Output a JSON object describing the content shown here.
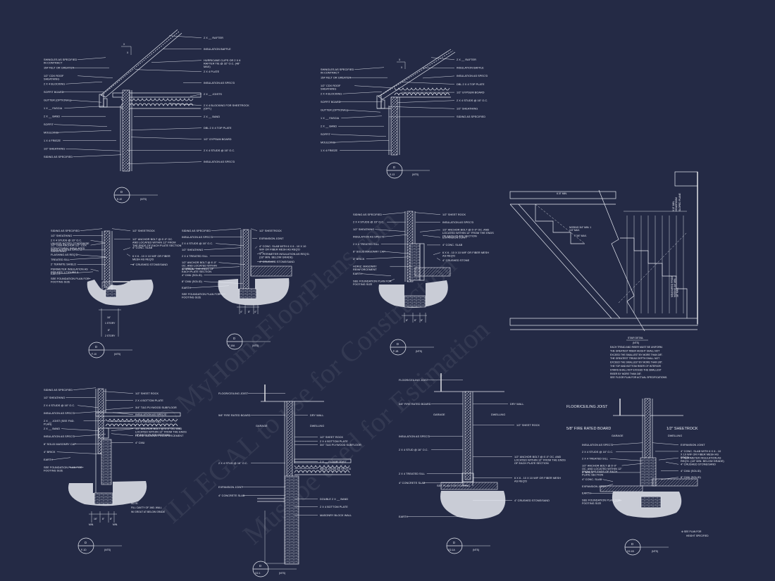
{
  "sheet": {
    "watermark_lines": [
      "© MyHomeFloorPlans.com",
      "ILLEGAL to use for Construction",
      "Must be used for Estimation"
    ]
  },
  "details": [
    {
      "id": "roof-eave-1",
      "tag": {
        "top": "D",
        "bottom": "E-10"
      },
      "scale": "(NTS)",
      "left_labels": [
        "SHINGLES AS SPECIFIED IN CONTRACT",
        "15# FELT OR GREATER",
        "1/2\" CDX ROOF SHEATHING",
        "2 X 4 BLOCKING",
        "SOFFIT BOARD",
        "GUTTER (OPTIONAL)",
        "1 X __ FASCIA",
        "2 X __ BAND",
        "SOFFIT",
        "MOULDING",
        "1 X 4 FRIEZE",
        "1/2\" SHEATHING",
        "SIDING AS SPECIFIED"
      ],
      "right_labels": [
        "2 X __ RAFTER",
        "INSULATION BAFFLE",
        "HURRICANE CLIPS OR 2 X 6 RAFTER TIE @ 32\" O.C. (48\" MAX)",
        "2 X 4 PLATE",
        "INSULATION AS SPEC'D",
        "2 X __ JOISTS",
        "2 X 4 BLOCKING FOR SHEETROCK (OPT.)",
        "2 X __ BAND",
        "DBL 2 X 4 TOP PLATE",
        "1/2\" GYPSUM BOARD",
        "2 X 4 STUDS @ 16\" O.C.",
        "INSULATION AS SPEC'D"
      ]
    },
    {
      "id": "roof-eave-2",
      "tag": {
        "top": "D",
        "bottom": "E-13"
      },
      "scale": "(NTS)",
      "left_labels": [
        "SHINGLES AS SPECIFIED IN CONTRACT",
        "15# FELT OR GREATER",
        "1/2\" CDX ROOF SHEATHING",
        "2 X 4 BLOCKING",
        "SOFFIT BOARD",
        "GUTTER (OPTIONAL)",
        "1 X __ FASCIA",
        "2 X __ BAND",
        "SOFFIT",
        "MOULDING",
        "1 X 4 FRIEZE"
      ],
      "right_labels": [
        "2 X __ RAFTER",
        "INSULATION BAFFLE",
        "INSULATION AS SPEC'D",
        "DBL 2 X 4 TOP PLATE",
        "1/2\" GYPSUM BOARD",
        "2 X 4 STUDS @ 16\" O.C.",
        "1/2\" SHEATHING",
        "SIDING AS SPECIFIED"
      ]
    },
    {
      "id": "foundation-f1",
      "tag": {
        "top": "D",
        "bottom": "F-10"
      },
      "scale": "(NTS)",
      "left_labels": [
        "SIDING AS SPECIFIED",
        "1/2\" SHEATHING",
        "2 X 4 STUDS @ 16\" O.C. UNLESS NOTED OTHERWISE",
        "1/2\" OSB ANCHOR 1/2\" CDX STRUCTURAL INSULATED SHEATHING",
        "INSULATION AS SPEC'D",
        "FLASHING AS REQ'D",
        "TREATED SILL",
        "2' TERMITE SHIELD",
        "PERIMETER INSULATION AS PER RES 1 FIGURE 3",
        "EARTH",
        "SEE FOUNDATION PLAN FOR FOOTING SIZE"
      ],
      "right_labels": [
        "1/2\" SHEETROCK",
        "1/2\" ANCHOR BOLT @ 6'-0\" OC. AND LOCATED WITHIN 12\" FROM THE ENDS OF EACH PLATE SECTION",
        "4\" CONC. SLAB",
        "6 X 6 - 10 X 10 WIF OR FIBER MESH AS REQ'D",
        "4\" CRUSHED STONE/SAND"
      ],
      "dims": [
        "16\"",
        "1 STORY",
        "8\"",
        "2 STORY"
      ]
    },
    {
      "id": "foundation-f1a",
      "tag": {
        "top": "D",
        "bottom": "F-10A"
      },
      "scale": "(NTS)",
      "left_labels": [
        "SIDING AS SPECIFIED",
        "INSULATION AS SPEC'D",
        "2 X 4 STUDS @ 16\" O.C.",
        "1/2\" SHEATHING",
        "2 X 4 TREATED SILL",
        "1/2\" ANCHOR BOLT @ 6'-0\" OC. AND LOCATED WITHIN 12\" FROM THE ENDS OF EACH PLATE SECTION",
        "4\" BRICK",
        "4\" CMU (SOLID)",
        "8\" CMU (SOLID)",
        "EARTH",
        "SEE FOUNDATION PLAN FOR FOOTING SIZE"
      ],
      "right_labels": [
        "1/2\" SHEETROCK",
        "EXPANSION JOINT",
        "4\" CONC. SLAB WITH 6 X 6 - 10 X 10 WIF OR FIBER MESH AS REQ'D",
        "1\" PERIMETER INSULATION AS REQ'D. (18\" MIN. BELOW GRADE)",
        "4\" CRUSHED STONE/SAND"
      ],
      "dims": [
        "4\"",
        "8\"",
        "4\""
      ]
    },
    {
      "id": "foundation-f1b",
      "tag": {
        "top": "D",
        "bottom": "F-1B"
      },
      "scale": "(NTS)",
      "left_labels": [
        "SIDING AS SPECIFIED",
        "2 X 4 STUDS @ 16\" O.C.",
        "1/2\" SHEATHING",
        "INSULATION AS SPEC'D",
        "2 X 4 TREATED SILL",
        "8\" SOLID MASONRY CAP",
        "4\" BRICK",
        "HORIZ. MASONRY REINFORCEMENT",
        "EARTH",
        "SEE FOUNDATION PLAN FOR FOOTING SIZE"
      ],
      "right_labels": [
        "1/2\" SHEET ROCK",
        "INSULATION AS SPEC'D",
        "1/2\" ANCHOR BOLT @ 6'-0\" OC. AND LOCATED WITHIN 12\" FROM THE ENDS OF EACH PLATE SECTION",
        "EXPANSION JOINT",
        "4\" CONC. SLAB",
        "6 X 6 - 10 X 10 WIF OR FIBER MESH AS REQ'D",
        "4\" CRUSHED STONE"
      ],
      "dims": [
        "8\"",
        "8\"",
        "8\""
      ]
    },
    {
      "id": "stair-detail",
      "title": "STAIR DETAIL",
      "scale": "(NTS)",
      "notes": [
        "EACH TREAD AND RISER MUST BE UNIFORM.",
        "THE GREATEST RISER HEIGHT SHALL NOT",
        "EXCEED THE SMALLEST BY MORE THAN 3/8\".",
        "THE GREATEST TREAD DEPTH SHALL NOT",
        "EXCEED THE SMALLEST BY MORE THAN 3/8\".",
        "THE TOP AND BOTTOM RISER OF INTERIOR",
        "STAIRS SHALL NOT EXCEED THE SMALLEST",
        "RISER BY MORE THAN 3/8\".",
        "SEE FLOOR PLAN FOR ACTUAL SPECIFICATIONS."
      ],
      "labels": [
        "6'-8\" MIN.",
        "NOSING 3/4\" MIN. 1 1/4\" MAX.",
        "7 3/4\" MAX.",
        "6'-8\" MIN. HEADROOM",
        "SLOPED PLANE",
        "MEASURED FROM NOSING 34\" MIN. - 38\" MAX."
      ]
    },
    {
      "id": "floor-f1",
      "tag": {
        "top": "D",
        "bottom": "F-1D"
      },
      "scale": "(NTS)",
      "left_labels": [
        "SIDING AS SPECIFIED",
        "1/2\" SHEATHING",
        "2 X 4 STUDS @ 16\" O.C.",
        "INSULATION AS SPEC'D",
        "2 X __ JOIST (SEE FND. PLAN)",
        "2 X __ BAND",
        "INSULATION AS SPEC'D",
        "8\" SOLID MASONRY CAP",
        "4\" BRICK",
        "EARTH",
        "SEE FOUNDATION PLAN FOR FOOTING SIZE"
      ],
      "right_labels": [
        "1/2\" SHEET ROCK",
        "2 X 4 BOTTOM PLATE",
        "3/4\" T&G PLYWOOD SUBFLOOR",
        "INSULATION AS SPEC'D",
        "2 X 4 TREATED SILL",
        "1/2\" ANCHOR BOLT @ 6'-0\" OC. AND LOCATED WITHIN 12\" FROM THE ENDS OF EACH PLATE SECTION",
        "HORIZ. MASONRY REINFORCEMENT",
        "4\" CMU"
      ],
      "note": [
        "NOTE:",
        "FILL CAVITY OF 1ND. WALL",
        "W/ GROUT AT BELOW GRADE"
      ],
      "dims": [
        "16\"",
        "8\"",
        "8\"",
        "MIN.",
        "MIN."
      ]
    },
    {
      "id": "garage-g1",
      "tag": {
        "top": "D",
        "bottom": "G2-1"
      },
      "scale": "(NTS)",
      "labels": [
        "FLOOR/CEILING JOIST",
        "5/8\" FIRE RATED BOARD",
        "DRY WALL",
        "GARAGE",
        "DWELLING",
        "2 X 4 STUD @ 16\" O.C.",
        "1/2\" SHEET ROCK",
        "2 X 4 BOTTOM PLATE",
        "3/4\" T&G PLYWOOD SUBFLOOR",
        "2 X __ FLOOR JOIST",
        "INSULATION AS SPEC'D",
        "EXPANSION JOINT",
        "4\" CONCRETE SLAB",
        "DOUBLE 2 X __ BAND",
        "2 X 4 BOTTOM PLATE",
        "MASONRY BLOCK WALL"
      ]
    },
    {
      "id": "garage-g1a",
      "tag": {
        "top": "D",
        "bottom": "G2-1A"
      },
      "scale": "(NTS)",
      "labels": [
        "FLOOR/CEILING JOIST",
        "5/8\" FIRE RATED BOARD",
        "DRY WALL",
        "GARAGE",
        "DWELLING",
        "1/2\" SHEET ROCK",
        "INSULATION AS SPEC'D",
        "2 X 4 STUD @ 16\" O.C.",
        "2 X 4 TREATED SILL",
        "1/2\" ANCHOR BOLT @ 6'-0\" OC. AND LOCATED WITHIN 12\" FROM THE ENDS OF EACH PLATE SECTION",
        "4\" CONCRETE SLAB",
        "SEE PLAN FOR FOOTING",
        "6 X 6 - 10 X 10 WIF OR FIBER MESH AS REQ'D",
        "4\" CRUSHED STONE/SAND",
        "EARTH"
      ]
    },
    {
      "id": "garage-g1b",
      "tag": {
        "top": "D",
        "bottom": "G2-1B"
      },
      "scale": "(NTS)",
      "labels": [
        "FLOOR/CEILING JOIST",
        "5/8\" FIRE RATED BOARD",
        "1/2\" SHEETROCK",
        "GARAGE",
        "DWELLING"
      ],
      "left_labels": [
        "INSULATION AS SPEC'D",
        "2 X 4 STUDS @ 16\" O.C.",
        "2 X 4 TREATED SILL",
        "1/2\" ANCHOR BOLT @ 6'-0\" OC. AND LOCATED WITHIN 12\" FROM THE ENDS OF EACH PLATE SECTION",
        "4\" BRICK",
        "4\" CONC. SLAB",
        "EXPANSION JOINT",
        "EARTH",
        "SEE FOUNDATION PLAN FOR FOOTING SIZE"
      ],
      "right_labels": [
        "EXPANSION JOINT",
        "4\" CONC. SLAB WITH 6 X 6 - 10 X 10 WIF OR FIBER MESH AS REQ'D",
        "1\" PERIMETER INSULATION AS REQ'D. (18\" MIN. BELOW GRADE)",
        "4\" CRUSHED STONE/SAND",
        "4\" CMU (SOLID)",
        "8\" CMU (SOLID)"
      ],
      "note": [
        "※ SEE PLAN FOR",
        "HEIGHT SPECIFIED"
      ]
    }
  ]
}
